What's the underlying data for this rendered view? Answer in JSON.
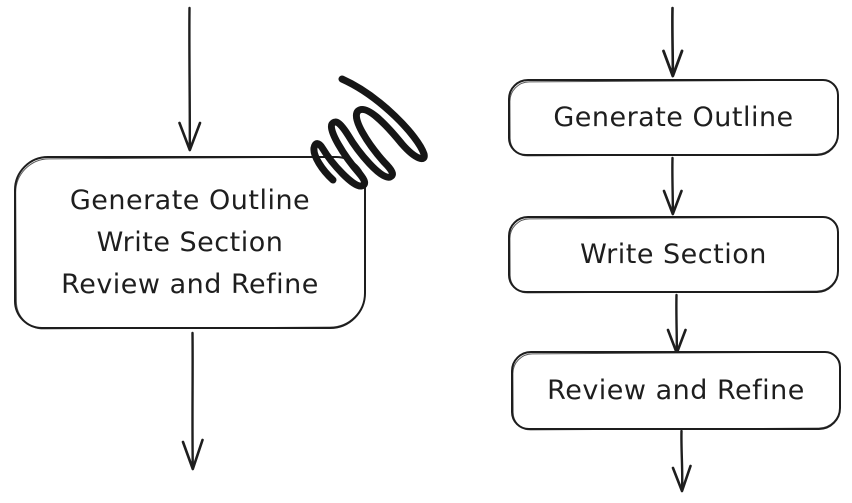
{
  "diagram": {
    "title": "flowchart-comparison",
    "background_color": "#ffffff",
    "stroke_color": "#1e1e1e",
    "left_flow": {
      "box_lines": [
        "Generate Outline",
        "Write Section",
        "Review and Refine"
      ],
      "annotation": "scribble"
    },
    "right_flow": {
      "boxes": [
        {
          "label": "Generate Outline"
        },
        {
          "label": "Write Section"
        },
        {
          "label": "Review and Refine"
        }
      ]
    }
  }
}
